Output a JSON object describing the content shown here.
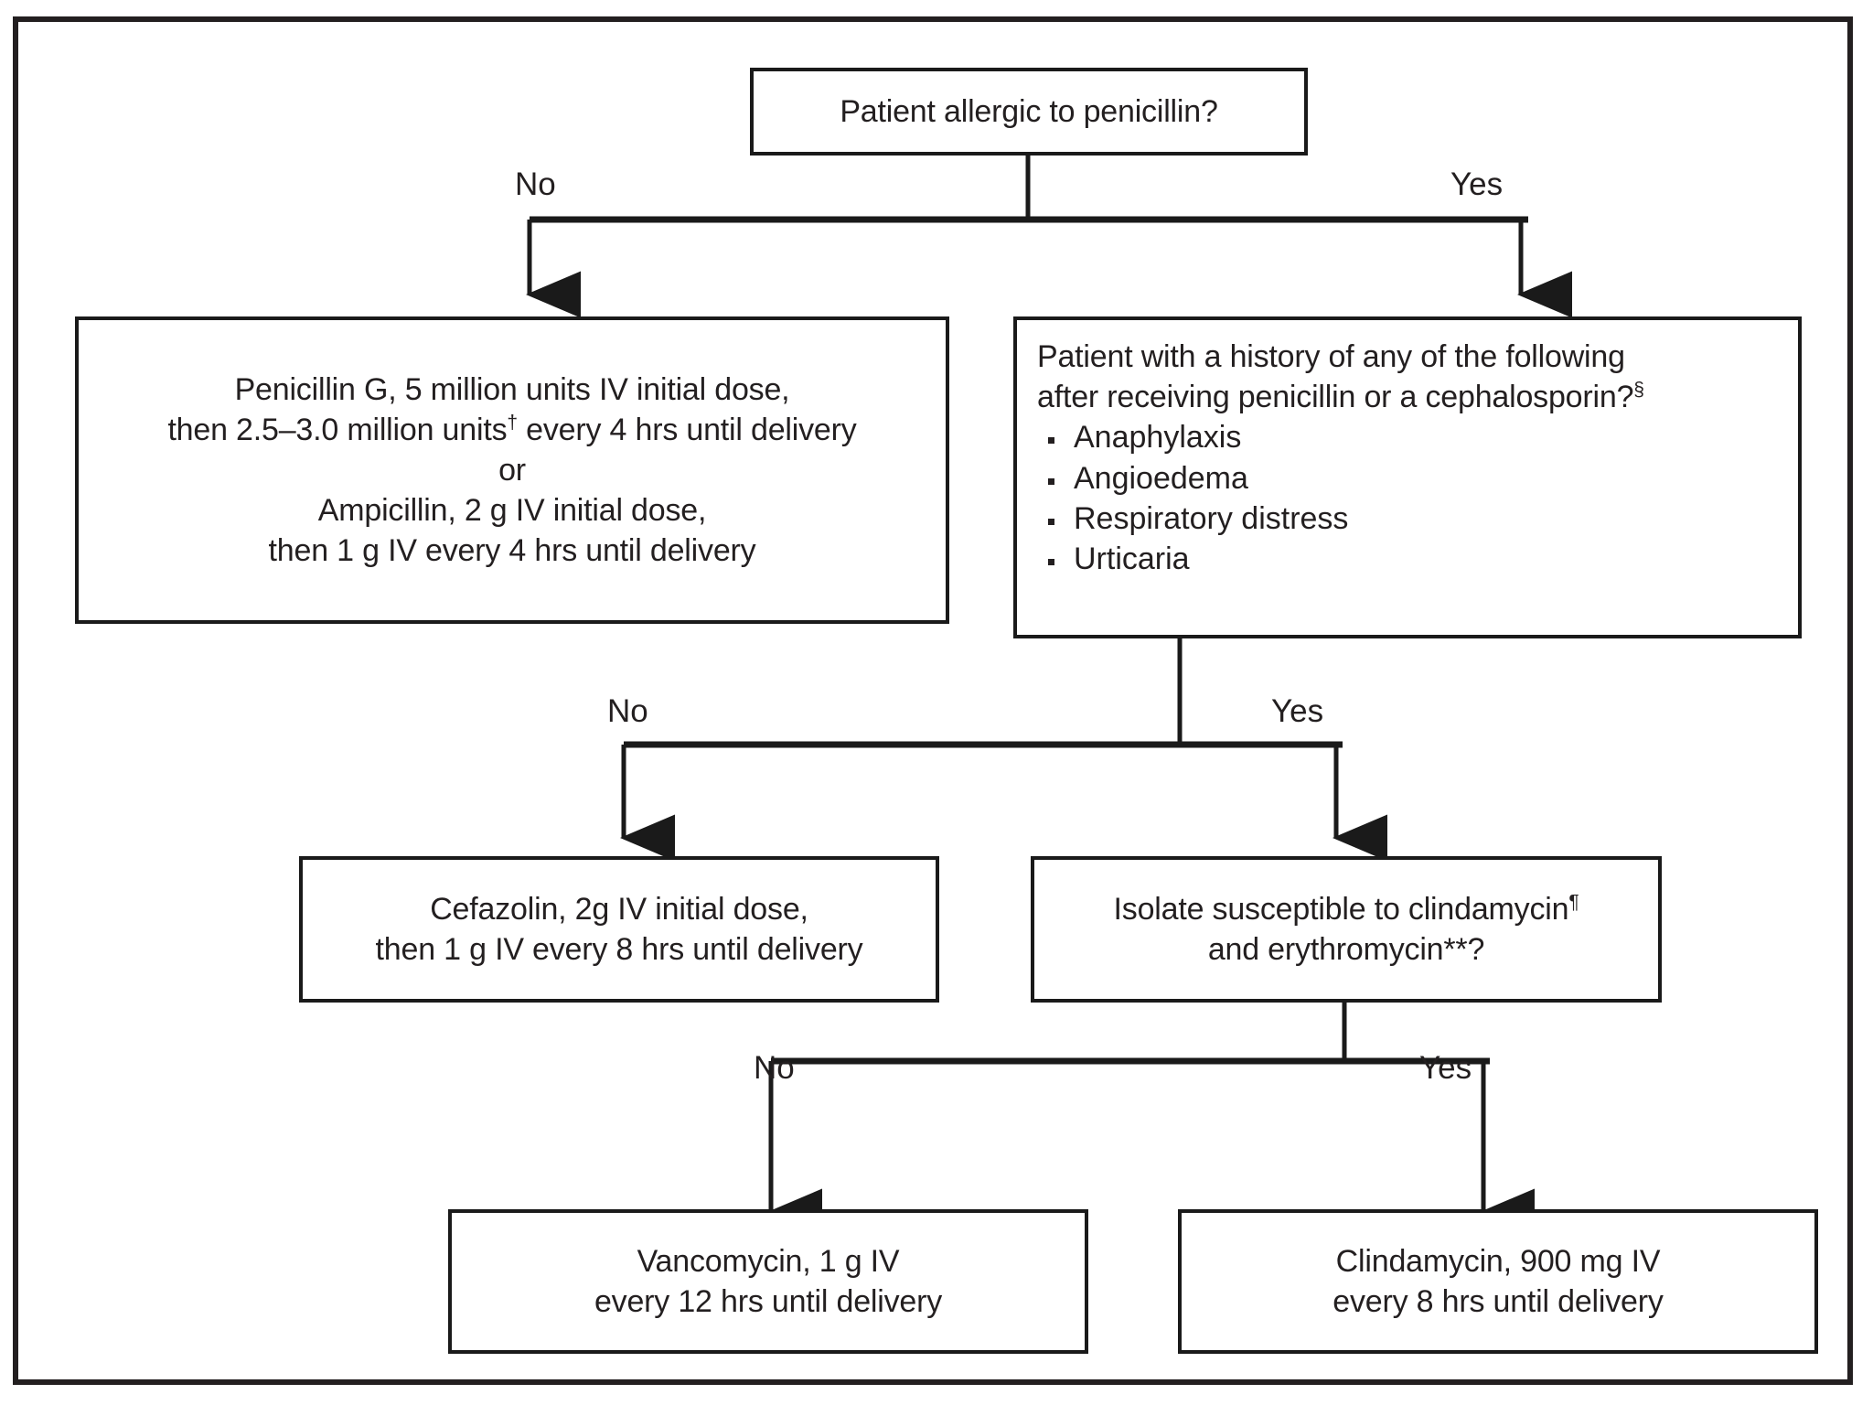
{
  "figure": {
    "type": "decision-flowchart",
    "title_text": "",
    "frame_color": "#231f20",
    "box_border_color": "#1a1a1a",
    "text_color": "#231f20",
    "background": "#ffffff"
  },
  "nodes": {
    "root_question": {
      "name": "patient-allergic-question",
      "lines": [
        "Patient allergic to penicillin?"
      ]
    },
    "penicillin_treatment": {
      "name": "penicillin-treatment",
      "lines": [
        "Penicillin G, 5 million units IV initial dose,",
        "then 2.5–3.0 million units† every 4 hrs until delivery",
        "or",
        "Ampicillin, 2 g IV initial dose,",
        "then 1 g IV every 4 hrs until delivery"
      ],
      "footnote_marker": "†"
    },
    "history_question": {
      "name": "severe-allergy-history-question",
      "heading_lines": [
        "Patient with a history of any of the following",
        "after receiving penicillin or a cephalosporin?"
      ],
      "heading_footnote": "§",
      "bullets": [
        "Anaphylaxis",
        "Angioedema",
        "Respiratory distress",
        "Urticaria"
      ]
    },
    "cefazolin_treatment": {
      "name": "cefazolin-treatment",
      "lines": [
        "Cefazolin, 2g IV initial dose,",
        "then 1 g IV every 8 hrs until delivery"
      ]
    },
    "susceptibility_question": {
      "name": "isolate-susceptibility-question",
      "line1_text": "Isolate susceptible to clindamycin",
      "line1_footnote": "¶",
      "line2_text": "and erythromycin**?"
    },
    "vancomycin_treatment": {
      "name": "vancomycin-treatment",
      "lines": [
        "Vancomycin, 1 g IV",
        "every 12 hrs until delivery"
      ]
    },
    "clindamycin_treatment": {
      "name": "clindamycin-treatment",
      "lines": [
        "Clindamycin, 900 mg IV",
        "every 8 hrs until delivery"
      ]
    }
  },
  "edges": {
    "root_no": "No",
    "root_yes": "Yes",
    "history_no": "No",
    "history_yes": "Yes",
    "susceptibility_no": "No",
    "susceptibility_yes": "Yes"
  }
}
